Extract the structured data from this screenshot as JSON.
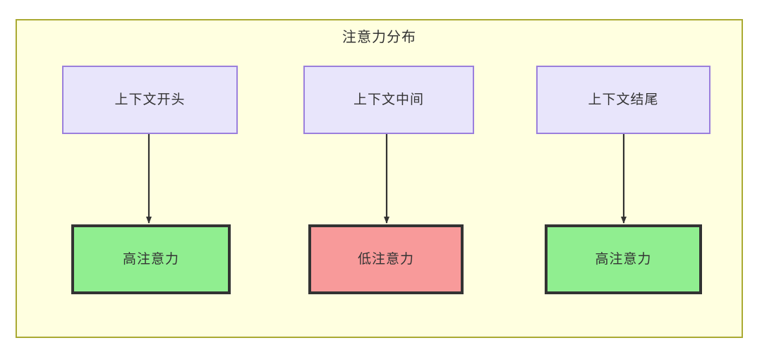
{
  "diagram": {
    "title": "注意力分布",
    "container": {
      "fill": "#ffffe0",
      "stroke": "#aaaa33"
    },
    "nodes": [
      {
        "id": "ctx-start",
        "label": "上下文开头",
        "row": "context",
        "fill": "#e8e5fb",
        "stroke": "#9b7fdc"
      },
      {
        "id": "ctx-middle",
        "label": "上下文中间",
        "row": "context",
        "fill": "#e8e5fb",
        "stroke": "#9b7fdc"
      },
      {
        "id": "ctx-end",
        "label": "上下文结尾",
        "row": "context",
        "fill": "#e8e5fb",
        "stroke": "#9b7fdc"
      },
      {
        "id": "attn-start",
        "label": "高注意力",
        "row": "attention",
        "fill": "#90ee90",
        "stroke": "#333333"
      },
      {
        "id": "attn-middle",
        "label": "低注意力",
        "row": "attention",
        "fill": "#f89a9a",
        "stroke": "#333333"
      },
      {
        "id": "attn-end",
        "label": "高注意力",
        "row": "attention",
        "fill": "#90ee90",
        "stroke": "#333333"
      }
    ],
    "edges": [
      {
        "id": "edge-start",
        "from": "ctx-start",
        "to": "attn-start",
        "label": ""
      },
      {
        "id": "edge-middle",
        "from": "ctx-middle",
        "to": "attn-middle",
        "label": ""
      },
      {
        "id": "edge-end",
        "from": "ctx-end",
        "to": "attn-end",
        "label": ""
      }
    ],
    "edge_color": "#333333"
  }
}
